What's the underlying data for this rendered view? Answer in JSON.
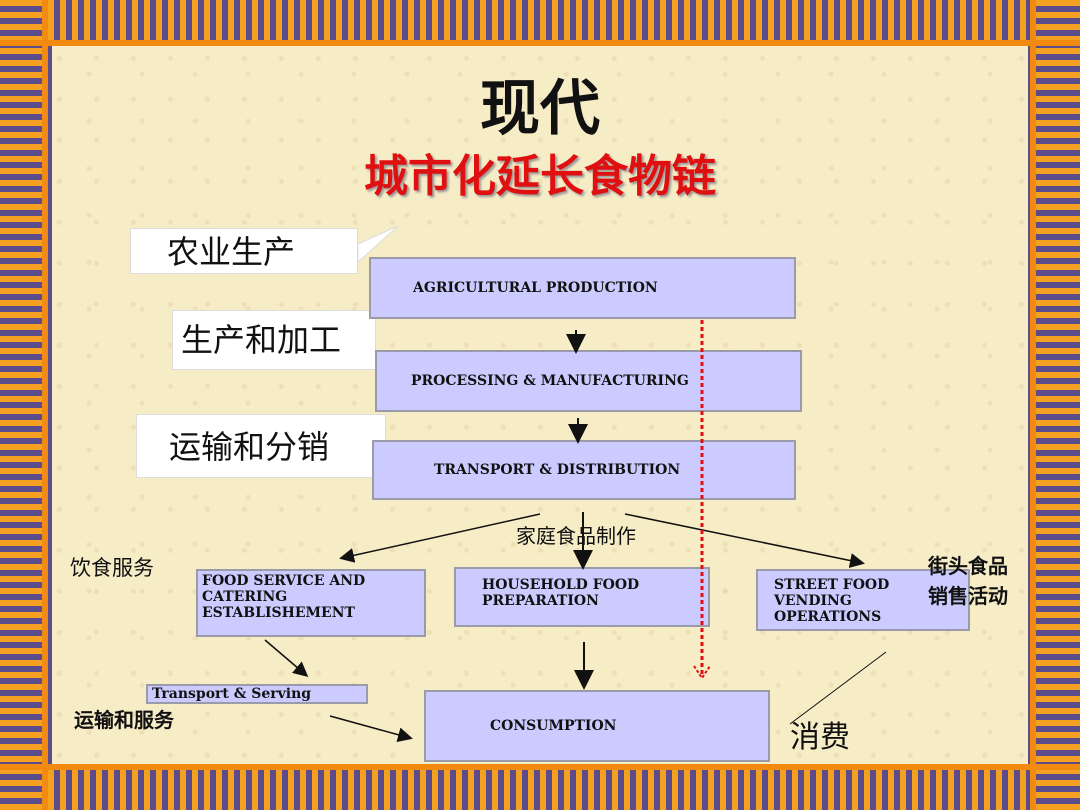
{
  "title": {
    "line1": "现代",
    "line2": "城市化延长食物链"
  },
  "chain": {
    "agri": "AGRICULTURAL PRODUCTION",
    "proc": "PROCESSING & MANUFACTURING",
    "trans": "TRANSPORT & DISTRIBUTION",
    "food_service": "FOOD SERVICE AND CATERING ESTABLISHEMENT",
    "household": "HOUSEHOLD FOOD PREPARATION",
    "street": "STREET FOOD VENDING OPERATIONS",
    "transport_serving": "Transport & Serving",
    "consumption": "CONSUMPTION"
  },
  "labels": {
    "agri_cn": "农业生产",
    "proc_cn": "生产和加工",
    "trans_cn": "运输和分销",
    "household_cn": "家庭食品制作",
    "food_service_cn": "饮食服务",
    "street_cn_1": "街头食品",
    "street_cn_2": "销售活动",
    "transport_serving_cn": "运输和服务",
    "consumption_cn": "消费"
  },
  "colors": {
    "box_fill": "#cbcbff",
    "title_red": "#e01010",
    "border_orange": "#f5a020",
    "border_purple": "#5b4d8c",
    "dashed_red": "#e01010"
  }
}
